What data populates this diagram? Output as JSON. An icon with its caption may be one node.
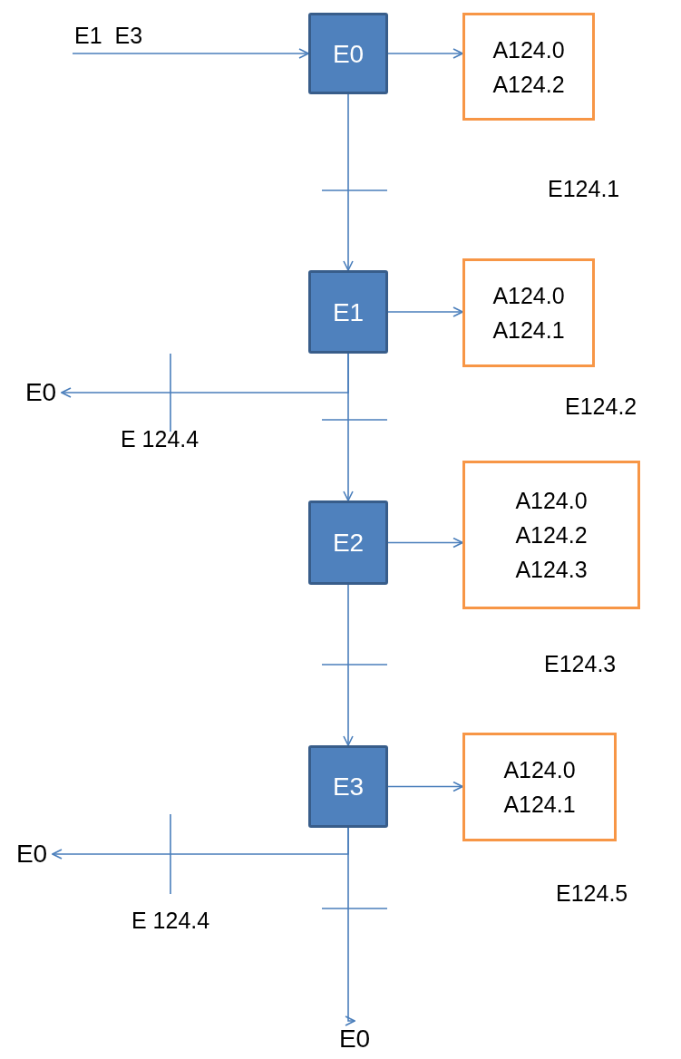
{
  "diagram": {
    "nodes": [
      {
        "text": [
          "E0"
        ]
      },
      {
        "text": [
          "A124.0",
          "A124.2"
        ]
      },
      {
        "text": [
          "E1"
        ]
      },
      {
        "text": [
          "A124.0",
          "A124.1"
        ]
      },
      {
        "text": [
          "E2"
        ]
      },
      {
        "text": [
          "A124.0",
          "A124.2",
          "A124.3"
        ]
      },
      {
        "text": [
          "E3"
        ]
      },
      {
        "text": [
          "A124.0",
          "A124.1"
        ]
      },
      {
        "text": [
          "E0"
        ]
      },
      {
        "text": [
          "E0"
        ]
      },
      {
        "text": [
          "E0"
        ]
      }
    ],
    "edges": [
      {
        "from": null,
        "to": 0,
        "arrow": "to",
        "label": "E1  E3"
      },
      {
        "from": 0,
        "to": 1,
        "arrow": "to"
      },
      {
        "from": 0,
        "to": 2,
        "arrow": "to"
      },
      {
        "from": 2,
        "to": 3,
        "arrow": "to"
      },
      {
        "from": 2,
        "to": 8,
        "arrow": "to"
      },
      {
        "from": 2,
        "to": 4,
        "arrow": "to"
      },
      {
        "from": 4,
        "to": 5,
        "arrow": "to"
      },
      {
        "from": 4,
        "to": 6,
        "arrow": "to"
      },
      {
        "from": 6,
        "to": 7,
        "arrow": "to"
      },
      {
        "from": 6,
        "to": 9,
        "arrow": "to"
      },
      {
        "from": 6,
        "to": 10,
        "arrow": "to"
      }
    ],
    "labels": [
      "E124.1",
      "E124.2",
      "E 124.4",
      "E124.3",
      "E124.5",
      "E 124.4"
    ]
  }
}
